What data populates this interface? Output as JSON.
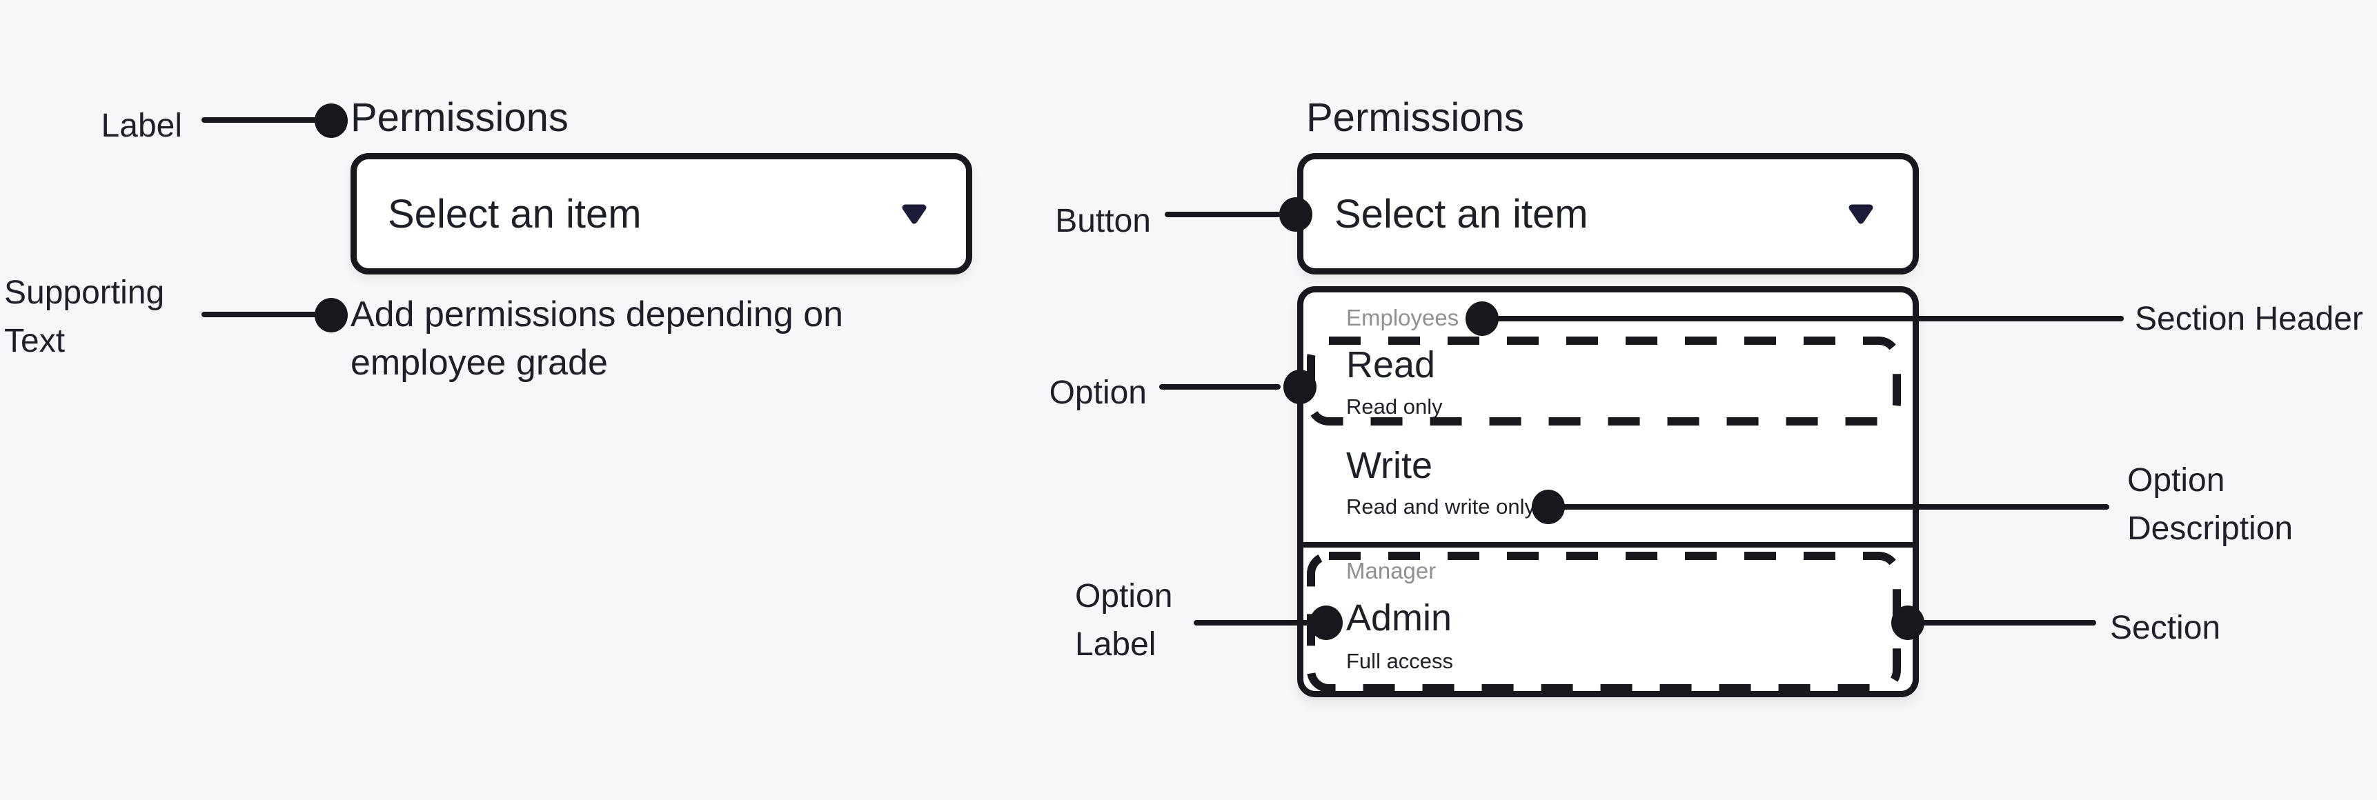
{
  "colors": {
    "background": "#f6f7f9",
    "surface": "#ffffff",
    "ink": "#17181d",
    "text": "#1e2028",
    "muted_header": "#8e9094",
    "chevron_accent": "#1c1c3a"
  },
  "left_field": {
    "label": "Permissions",
    "button_value": "Select an item",
    "supporting_lines": [
      "Add permissions depending on",
      "employee grade"
    ]
  },
  "right_field": {
    "label": "Permissions",
    "button_value": "Select an item",
    "menu": {
      "sections": [
        {
          "header": "Employees",
          "options": [
            {
              "label": "Read",
              "description": "Read only"
            },
            {
              "label": "Write",
              "description": "Read and write only"
            }
          ]
        },
        {
          "header": "Manager",
          "options": [
            {
              "label": "Admin",
              "description": "Full access"
            }
          ]
        }
      ]
    }
  },
  "annotations": {
    "label": "Label",
    "supporting_text_lines": [
      "Supporting",
      "Text"
    ],
    "button": "Button",
    "option": "Option",
    "section_header": "Section Header",
    "option_description_lines": [
      "Option",
      "Description"
    ],
    "option_label_lines": [
      "Option",
      "Label"
    ],
    "section": "Section"
  }
}
